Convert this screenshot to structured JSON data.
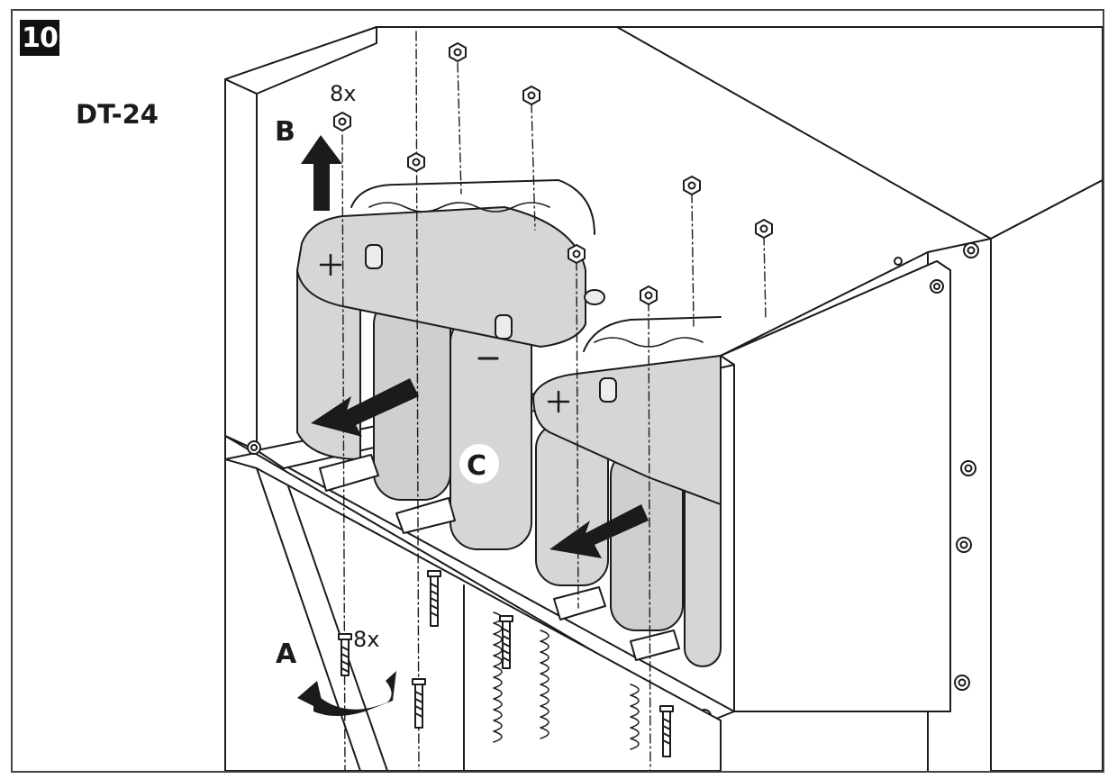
{
  "step_number": "10",
  "model": "DT-24",
  "callouts": {
    "a": "A",
    "b": "B",
    "c": "C",
    "top_quantity": "8x",
    "bottom_quantity": "8x"
  },
  "icons": [
    "step-badge",
    "up-arrow-icon",
    "left-down-arrow-icon",
    "rotate-arrow-icon",
    "nut-icon",
    "screw-icon",
    "battery-icon"
  ],
  "colors": {
    "line": "#1b1b1b",
    "battery_fill": "#d6d6d6",
    "battery_shade": "#c4c4c4",
    "panel_fill": "#ffffff"
  }
}
